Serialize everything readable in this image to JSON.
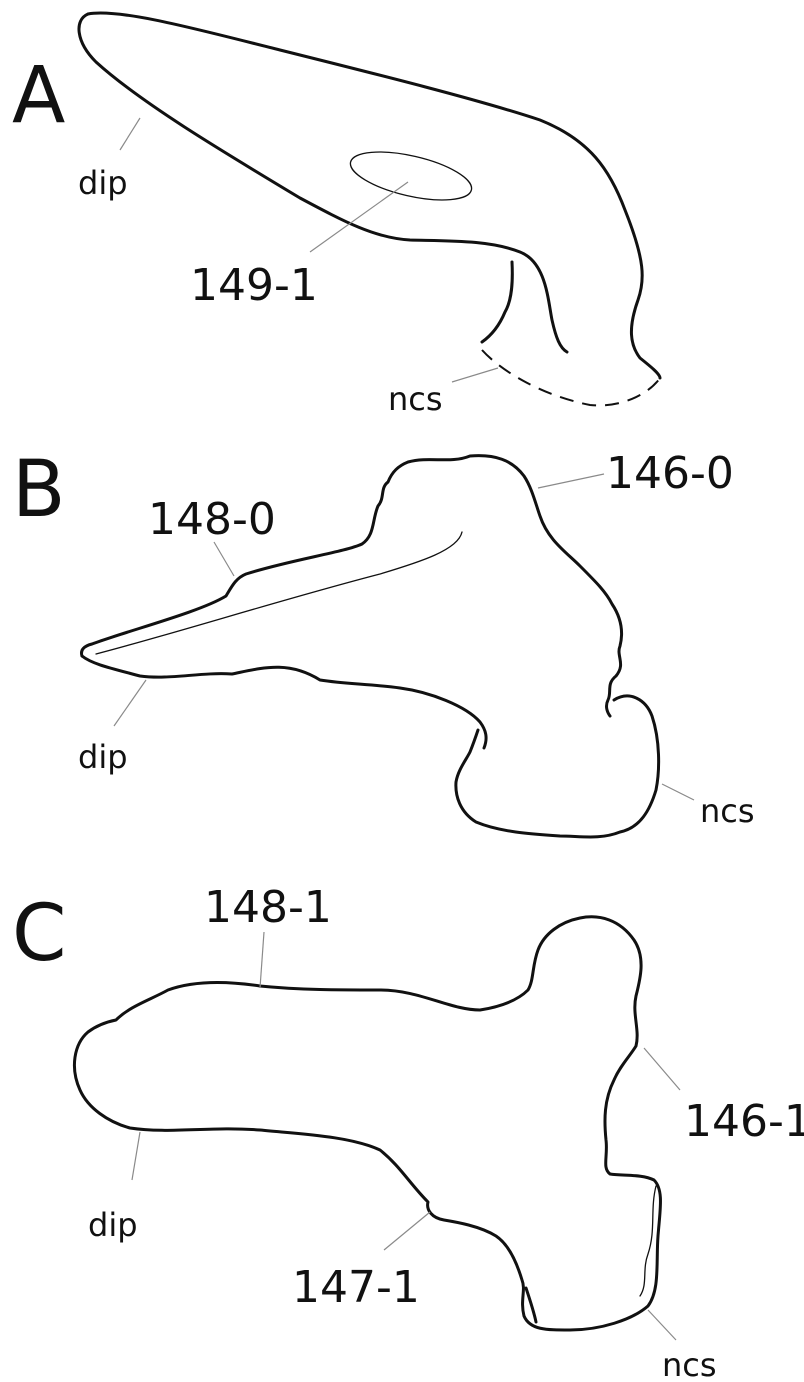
{
  "panels": [
    {
      "letter": "A",
      "labels": {
        "dip": "dip",
        "character": "149-1",
        "ncs": "ncs"
      }
    },
    {
      "letter": "B",
      "labels": {
        "top_left": "148-0",
        "top_right": "146-0",
        "dip": "dip",
        "ncs": "ncs"
      }
    },
    {
      "letter": "C",
      "labels": {
        "top": "148-1",
        "right": "146-1",
        "dip": "dip",
        "bottom": "147-1",
        "ncs": "ncs"
      }
    }
  ]
}
